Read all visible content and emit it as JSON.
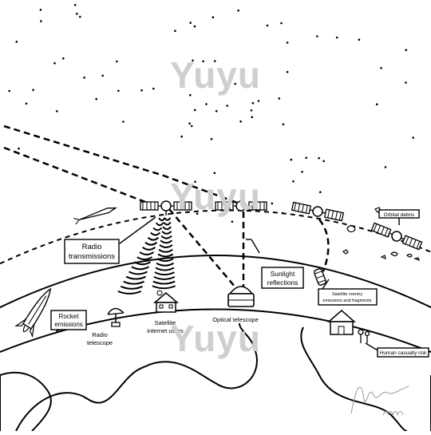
{
  "watermark": "Yuyu",
  "signature_text": "Yuyu",
  "labels": {
    "radio_transmissions": [
      "Radio",
      "transmissions"
    ],
    "sunlight_reflections": [
      "Sunlight",
      "reflections"
    ],
    "rocket_emissions": [
      "Rocket",
      "emissions"
    ],
    "satellite_reentry": [
      "Satellite reentry",
      "emissions and fragments"
    ],
    "orbital_debris": "Orbital debris",
    "human_casualty_risk": "Human casualty risk",
    "radio_telescope": [
      "Radio",
      "telescope"
    ],
    "satellite_internet_users": [
      "Satellite",
      "internet users"
    ],
    "optical_telescope": "Optical telescope"
  },
  "colors": {
    "ink": "#000000",
    "background": "#ffffff",
    "watermark": "#cfcfcf"
  },
  "icons": [
    "satellite-icon",
    "rocket-icon",
    "radio-telescope-icon",
    "house-icon",
    "optical-telescope-icon",
    "debris-icon",
    "person-icon",
    "star-icon"
  ]
}
